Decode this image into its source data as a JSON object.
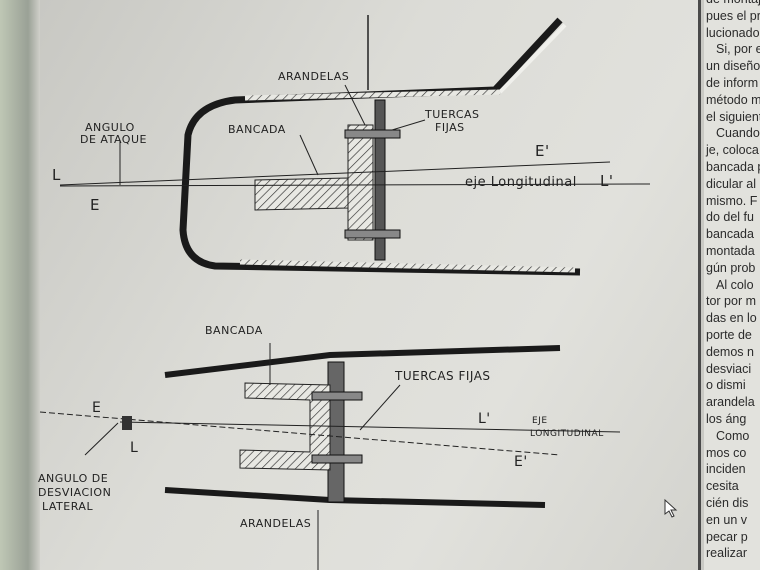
{
  "diagram_top": {
    "arandelas": "ARANDELAS",
    "tuercas_fijas_1": "TUERCAS",
    "tuercas_fijas_2": "FIJAS",
    "angulo_1": "ANGULO",
    "angulo_2": "DE ATAQUE",
    "bancada": "BANCADA",
    "e_prime": "E'",
    "l": "L",
    "eje": "eje Longitudinal",
    "l_prime": "L'",
    "e": "E"
  },
  "diagram_bottom": {
    "bancada": "BANCADA",
    "tuercas_fijas": "TUERCAS FIJAS",
    "e": "E",
    "l_prime": "L'",
    "eje_1": "EJE",
    "eje_2": "LONGITUDINAL",
    "l": "L",
    "e_prime": "E'",
    "angulo_1": "ANGULO DE",
    "angulo_2": "DESVIACION",
    "angulo_3": "LATERAL",
    "arandelas": "ARANDELAS"
  },
  "text_column": {
    "lines": [
      "de montaje",
      "pues el pro",
      "lucionado.",
      "Si, por e",
      "un diseño",
      "de inform",
      "método m",
      "el siguient",
      "Cuando",
      "je, coloca",
      "bancada p",
      "dicular al",
      "mismo. F",
      "do del fu",
      "bancada",
      "montada",
      "gún prob",
      "Al colo",
      "tor por m",
      "das en lo",
      "porte de",
      "demos n",
      "desviaci",
      "o dismi",
      "arandela",
      "los áng",
      "Como",
      "mos co",
      "inciden",
      "cesita",
      "cién dis",
      "en un v",
      "pecar p",
      "realizar"
    ]
  }
}
